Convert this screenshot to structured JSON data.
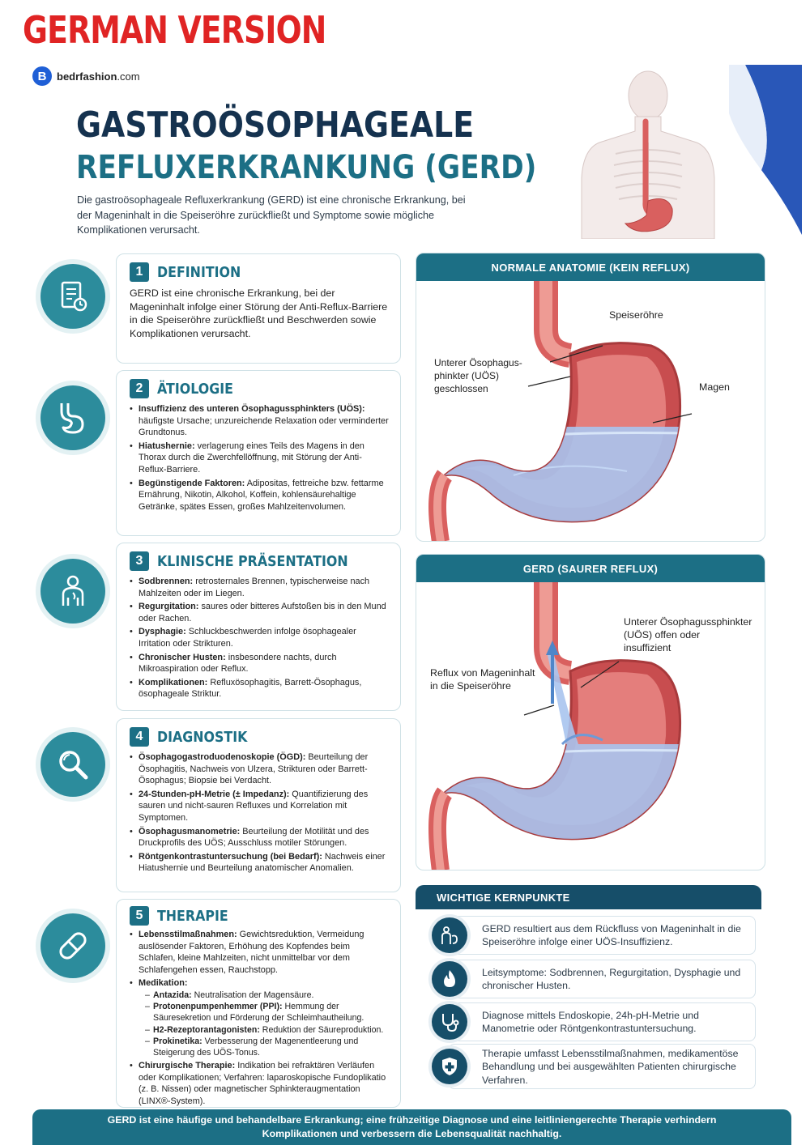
{
  "banner": "GERMAN VERSION",
  "brand": {
    "logo_letter": "B",
    "name": "bedrfashion",
    "domain": ".com"
  },
  "title_line1": "GASTROÖSOPHAGEALE",
  "title_line2": "REFLUXERKRANKUNG (GERD)",
  "intro": "Die gastroösophageale Refluxerkrankung (GERD) ist eine chronische Erkrankung, bei der Mageninhalt in die Speiseröhre zurückfließt und Symptome sowie mögliche Komplikationen verursacht.",
  "sections": {
    "definition": {
      "num": "1",
      "title": "DEFINITION",
      "icon": "document-clock-icon",
      "text": "GERD ist eine chronische Erkrankung, bei der Mageninhalt infolge einer Störung der Anti-Reflux-Barriere in die Speiseröhre zurückfließt und Beschwerden sowie Komplikationen verursacht."
    },
    "aetiologie": {
      "num": "2",
      "title": "ÄTIOLOGIE",
      "icon": "stomach-icon",
      "items": [
        {
          "term": "Insuffizienz des unteren Ösophagussphinkters (UÖS):",
          "desc": " häufigste Ursache; unzureichende Relaxation oder verminderter Grundtonus."
        },
        {
          "term": "Hiatushernie:",
          "desc": " verlagerung eines Teils des Magens in den Thorax durch die Zwerchfellöffnung, mit Störung der Anti-Reflux-Barriere."
        },
        {
          "term": "Begünstigende Faktoren:",
          "desc": " Adipositas, fettreiche bzw. fettarme Ernährung, Nikotin, Alkohol, Koffein, kohlensäurehaltige Getränke, spätes Essen, großes Mahlzeitenvolumen."
        }
      ]
    },
    "klinik": {
      "num": "3",
      "title": "KLINISCHE PRÄSENTATION",
      "icon": "patient-icon",
      "items": [
        {
          "term": "Sodbrennen:",
          "desc": " retrosternales Brennen, typischerweise nach Mahlzeiten oder im Liegen."
        },
        {
          "term": "Regurgitation:",
          "desc": " saures oder bitteres Aufstoßen bis in den Mund oder Rachen."
        },
        {
          "term": "Dysphagie:",
          "desc": " Schluckbeschwerden infolge ösophagealer Irritation oder Strikturen."
        },
        {
          "term": "Chronischer Husten:",
          "desc": " insbesondere nachts, durch Mikroaspiration oder Reflux."
        },
        {
          "term": "Komplikationen:",
          "desc": " Refluxösophagitis, Barrett-Ösophagus, ösophageale Striktur."
        }
      ]
    },
    "diagnostik": {
      "num": "4",
      "title": "DIAGNOSTIK",
      "icon": "magnifier-icon",
      "items": [
        {
          "term": "Ösophagogastroduodenoskopie (ÖGD):",
          "desc": " Beurteilung der Ösophagitis, Nachweis von Ulzera, Strikturen oder Barrett-Ösophagus; Biopsie bei Verdacht."
        },
        {
          "term": "24-Stunden-pH-Metrie (± Impedanz):",
          "desc": " Quantifizierung des sauren und nicht-sauren Refluxes und Korrelation mit Symptomen."
        },
        {
          "term": "Ösophagusmanometrie:",
          "desc": " Beurteilung der Motilität und des Druckprofils des UÖS; Ausschluss motiler Störungen."
        },
        {
          "term": "Röntgenkontrastuntersuchung (bei Bedarf):",
          "desc": " Nachweis einer Hiatushernie und Beurteilung anatomischer Anomalien."
        }
      ]
    },
    "therapie": {
      "num": "5",
      "title": "THERAPIE",
      "icon": "pill-icon",
      "lifestyle": {
        "term": "Lebensstilmaßnahmen:",
        "desc": " Gewichtsreduktion, Vermeidung auslösender Faktoren, Erhöhung des Kopfendes beim Schlafen, kleine Mahlzeiten, nicht unmittelbar vor dem Schlafengehen essen, Rauchstopp."
      },
      "medikation": "Medikation:",
      "meds": [
        {
          "term": "Antazida:",
          "desc": " Neutralisation der Magensäure."
        },
        {
          "term": "Protonenpumpenhemmer (PPI):",
          "desc": " Hemmung der Säuresekretion und Förderung der Schleimhautheilung."
        },
        {
          "term": "H2-Rezeptorantagonisten:",
          "desc": " Reduktion der Säureproduktion."
        },
        {
          "term": "Prokinetika:",
          "desc": " Verbesserung der Magenentleerung und Steigerung des UÖS-Tonus."
        }
      ],
      "surgery": {
        "term": "Chirurgische Therapie:",
        "desc": " Indikation bei refraktären Verläufen oder Komplikationen; Verfahren: laparoskopische Fundoplikatio (z. B. Nissen) oder magnetischer Sphinkteraugmentation (LINX®-System)."
      }
    }
  },
  "panel_normal": {
    "title": "NORMALE ANATOMIE (KEIN REFLUX)",
    "label_esophagus": "Speiseröhre",
    "label_sphincter": "Unterer Ösophagus-\nphinkter (UÖS)\ngeschlossen",
    "label_stomach": "Magen"
  },
  "panel_gerd": {
    "title": "GERD (SAURER REFLUX)",
    "label_sphincter": "Unterer Ösophagussphinkter\n(UÖS) offen oder\ninsuffizient",
    "label_reflux": "Reflux von Mageninhalt\nin die Speiseröhre"
  },
  "kernpunkte": {
    "title": "WICHTIGE KERNPUNKTE",
    "items": [
      {
        "icon": "stomach-reflux-icon",
        "text": "GERD resultiert aus dem Rückfluss von Mageninhalt in die Speiseröhre infolge einer UÖS-Insuffizienz."
      },
      {
        "icon": "flame-icon",
        "text": "Leitsymptome: Sodbrennen, Regurgitation, Dysphagie und chronischer Husten."
      },
      {
        "icon": "stethoscope-icon",
        "text": "Diagnose mittels Endoskopie, 24h-pH-Metrie und Manometrie oder Röntgenkontrastuntersuchung."
      },
      {
        "icon": "shield-cross-icon",
        "text": "Therapie umfasst Lebensstilmaßnahmen, medikamentöse Behandlung und bei ausgewählten Patienten chirurgische Verfahren."
      }
    ]
  },
  "footer": "GERD ist eine häufige und behandelbare Erkrankung; eine frühzeitige Diagnose und eine leitliniengerechte Therapie verhindern Komplikationen und verbessern die Lebensqualität nachhaltig.",
  "colors": {
    "teal": "#1c6f85",
    "navy": "#15324f",
    "red": "#e02424",
    "stomach": "#d9605f",
    "fluid": "#a8c4ee"
  }
}
